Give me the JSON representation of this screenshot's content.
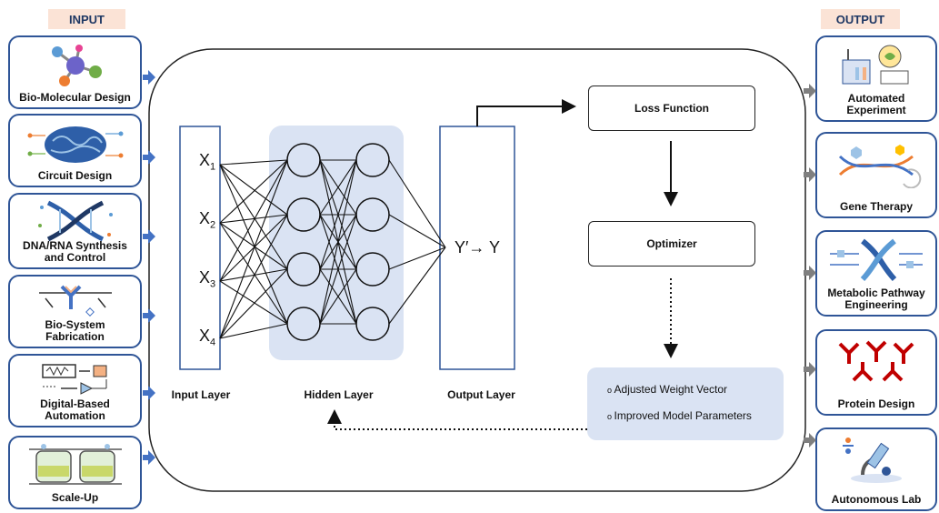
{
  "headers": {
    "input": "INPUT",
    "output": "OUTPUT"
  },
  "inputs": [
    {
      "label": "Bio-Molecular Design",
      "icon": "molecule-icon"
    },
    {
      "label": "Circuit Design",
      "icon": "brain-circuit-icon"
    },
    {
      "label": "DNA/RNA Synthesis\nand Control",
      "icon": "dna-helix-icon"
    },
    {
      "label": "Bio-System\nFabrication",
      "icon": "antibody-assembly-icon"
    },
    {
      "label": "Digital-Based\nAutomation",
      "icon": "circuit-schematic-icon"
    },
    {
      "label": "Scale-Up",
      "icon": "bioreactor-icon"
    }
  ],
  "outputs": [
    {
      "label": "Automated\nExperiment",
      "icon": "lab-automation-icon"
    },
    {
      "label": "Gene Therapy",
      "icon": "dna-therapy-icon"
    },
    {
      "label": "Metabolic Pathway\nEngineering",
      "icon": "dna-circuit-icon"
    },
    {
      "label": "Protein Design",
      "icon": "antibody-icon"
    },
    {
      "label": "Autonomous Lab",
      "icon": "microscope-icon"
    }
  ],
  "network": {
    "inputs": [
      {
        "var": "X",
        "sub": "1"
      },
      {
        "var": "X",
        "sub": "2"
      },
      {
        "var": "X",
        "sub": "3"
      },
      {
        "var": "X",
        "sub": "4"
      }
    ],
    "output_text": "Y′→ Y",
    "input_layer_label": "Input Layer",
    "hidden_layer_label": "Hidden Layer",
    "output_layer_label": "Output Layer"
  },
  "training": {
    "loss_function": "Loss Function",
    "optimizer": "Optimizer",
    "updates": [
      "Adjusted Weight Vector",
      "Improved Model Parameters"
    ]
  },
  "colors": {
    "card_border": "#2f5597",
    "arrow_blue": "#4472c4",
    "arrow_gray": "#7f7f7f",
    "hidden_bg": "#dae3f3",
    "header_bg": "#fbe3d6"
  }
}
